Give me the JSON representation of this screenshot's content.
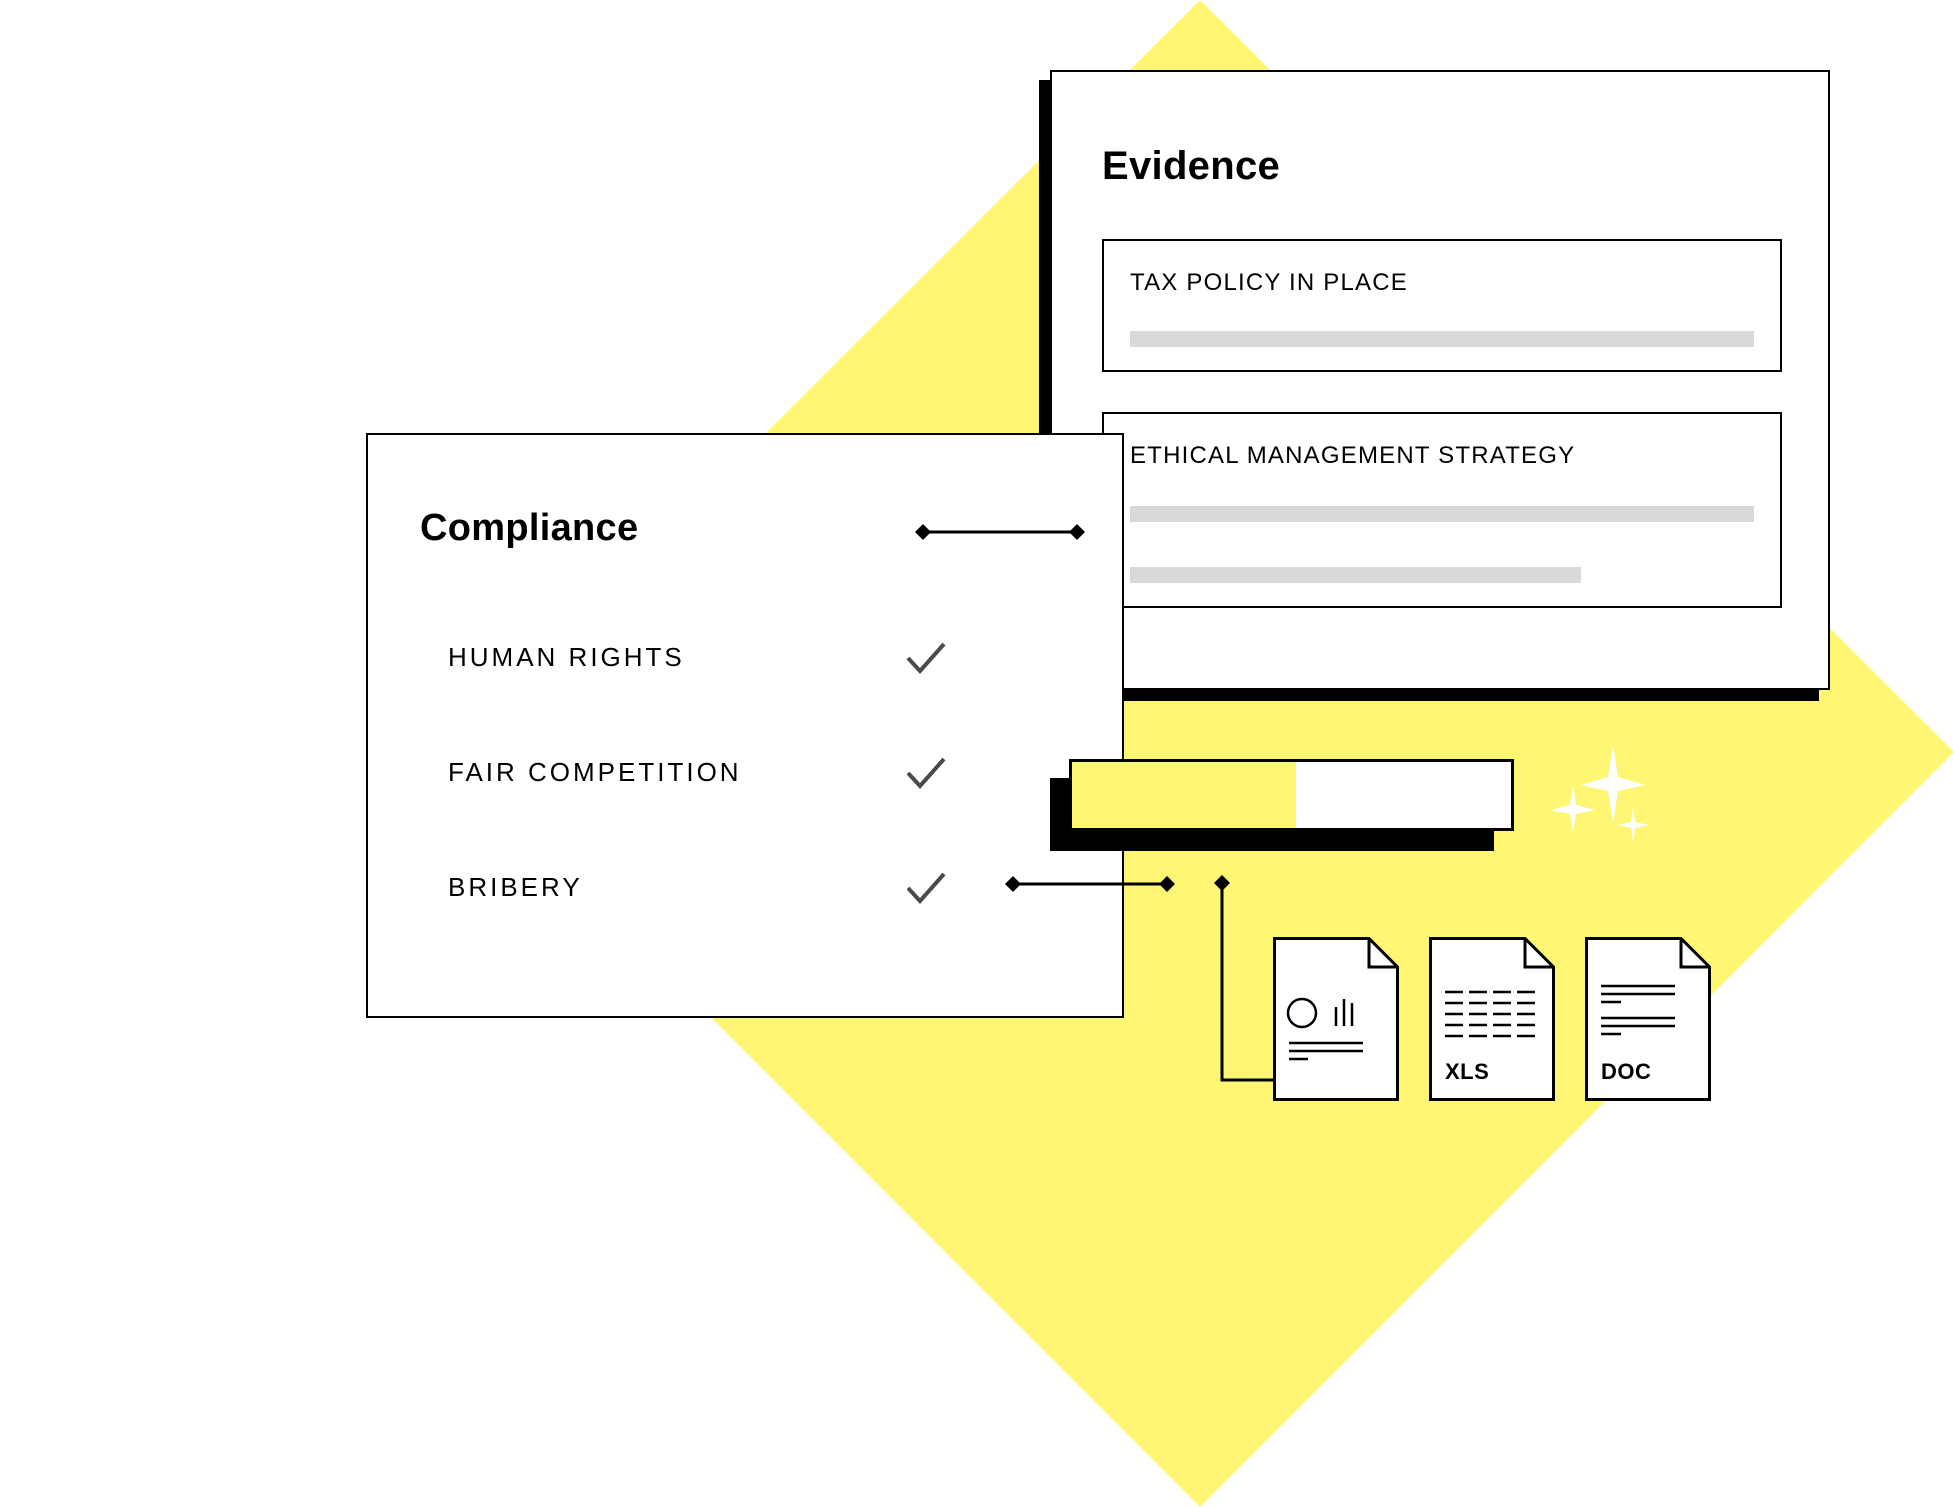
{
  "colors": {
    "accent_yellow": "#fff774",
    "ink": "#000000",
    "placeholder_gray": "#d9d9d9",
    "check_gray": "#4a4a4a",
    "background": "#ffffff"
  },
  "compliance": {
    "title": "Compliance",
    "items": [
      {
        "label": "HUMAN RIGHTS",
        "status_icon": "checkmark-icon",
        "checked": true
      },
      {
        "label": "FAIR COMPETITION",
        "status_icon": "checkmark-icon",
        "checked": true
      },
      {
        "label": "BRIBERY",
        "status_icon": "checkmark-icon",
        "checked": true
      }
    ]
  },
  "evidence": {
    "title": "Evidence",
    "items": [
      {
        "label": "TAX POLICY IN PLACE",
        "placeholder_lines": 1
      },
      {
        "label": "ETHICAL MANAGEMENT STRATEGY",
        "placeholder_lines": 2
      }
    ]
  },
  "progress": {
    "fraction": 0.51
  },
  "files": [
    {
      "type": "report",
      "label": "",
      "icon": "report-file-icon"
    },
    {
      "type": "xls",
      "label": "XLS",
      "icon": "spreadsheet-file-icon"
    },
    {
      "type": "doc",
      "label": "DOC",
      "icon": "document-file-icon"
    }
  ],
  "decorations": {
    "sparkles_icon": "sparkles-icon",
    "background_shape": "yellow-diamond"
  }
}
